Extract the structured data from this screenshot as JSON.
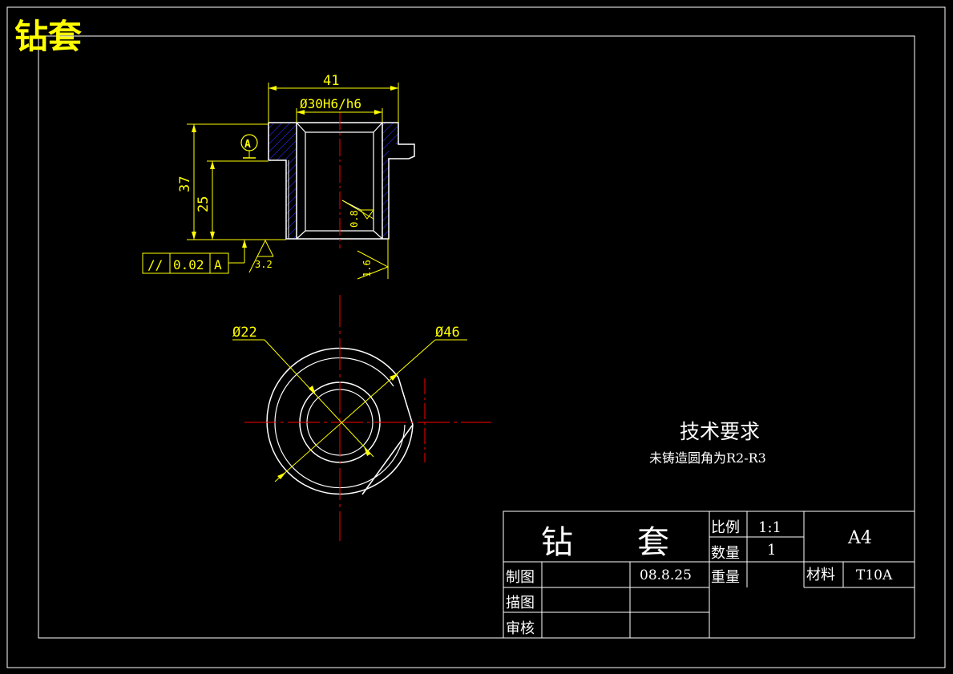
{
  "corner_title": "钻套",
  "dimensions": {
    "length_41": "41",
    "bore_fit": "Ø30H6/h6",
    "height_37": "37",
    "height_25": "25",
    "roughness_bore": "0.8",
    "roughness_face": "1.6",
    "roughness_base": "3.2",
    "datum": "A",
    "tolerance_symbol": "//",
    "tolerance_value": "0.02",
    "tolerance_datum": "A",
    "dia_22": "Ø22",
    "dia_46": "Ø46"
  },
  "notes": {
    "heading": "技术要求",
    "line1": "未铸造圆角为R2-R3"
  },
  "title_block": {
    "part_name_1": "钻",
    "part_name_2": "套",
    "scale_label": "比例",
    "scale_value": "1:1",
    "qty_label": "数量",
    "qty_value": "1",
    "sheet_size": "A4",
    "drawn_label": "制图",
    "drawn_date": "08.8.25",
    "weight_label": "重量",
    "material_label": "材料",
    "material_value": "T10A",
    "traced_label": "描图",
    "checked_label": "审核"
  },
  "colors": {
    "dimension": "#ffff00",
    "outline": "#ffffff",
    "centerline": "#ff0000",
    "hatch": "#0000ff",
    "background": "#000000"
  }
}
